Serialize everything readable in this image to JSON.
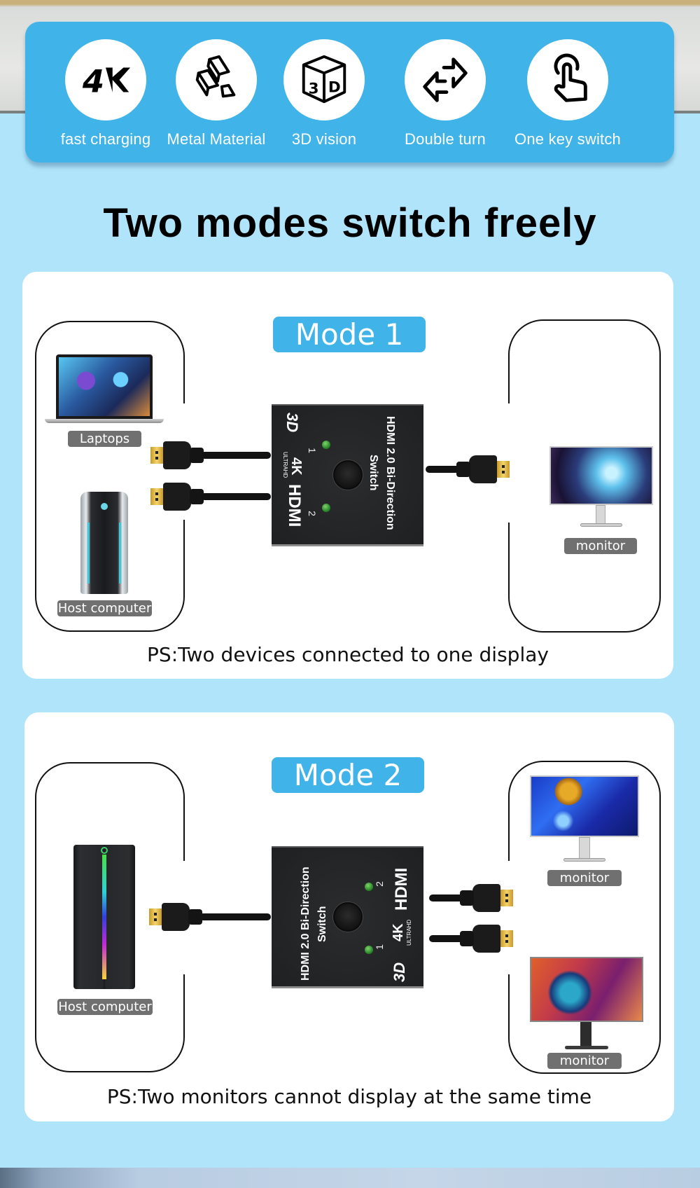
{
  "features": [
    {
      "icon": "4k-icon",
      "label": "fast charging"
    },
    {
      "icon": "metal-bars-icon",
      "label": "Metal Material"
    },
    {
      "icon": "3d-cube-icon",
      "label": "3D vision"
    },
    {
      "icon": "swap-arrows-icon",
      "label": "Double turn"
    },
    {
      "icon": "tap-finger-icon",
      "label": "One key switch"
    }
  ],
  "title": "Two modes switch freely",
  "colors": {
    "accent": "#40b3e8",
    "background": "#b0e4fa",
    "tag": "#707070",
    "led": "#3fae3f"
  },
  "mode1": {
    "badge": "Mode 1",
    "inputs": [
      {
        "label": "Laptops"
      },
      {
        "label": "Host computer"
      }
    ],
    "outputs": [
      {
        "label": "monitor"
      }
    ],
    "device": {
      "line1": "HDMI 2.0 Bi-Direction",
      "line2": "Switch",
      "port1": "1",
      "port2": "2",
      "brand": "HDMI",
      "res": "4K",
      "res_sub": "ULTRAHD",
      "dim": "3D"
    },
    "note": "PS:Two devices connected to one display"
  },
  "mode2": {
    "badge": "Mode 2",
    "inputs": [
      {
        "label": "Host computer"
      }
    ],
    "outputs": [
      {
        "label": "monitor"
      },
      {
        "label": "monitor"
      }
    ],
    "device": {
      "line1": "HDMI 2.0 Bi-Direction",
      "line2": "Switch",
      "port1": "1",
      "port2": "2",
      "brand": "HDMI",
      "res": "4K",
      "res_sub": "ULTRAHD",
      "dim": "3D"
    },
    "note": "PS:Two monitors cannot display at the same time"
  }
}
